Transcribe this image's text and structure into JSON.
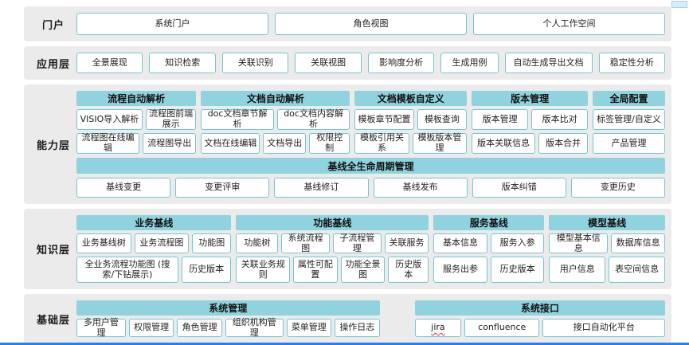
{
  "colors": {
    "teal_header": "#90d3de",
    "band_background": "#ebebeb",
    "box_border": "#79c3d1",
    "bottom_line_blue": "#2b7de9"
  },
  "portal": {
    "label": "门户",
    "items": [
      "系统门户",
      "角色视图",
      "个人工作空间"
    ]
  },
  "application": {
    "label": "应用层",
    "items": [
      "全景展现",
      "知识检索",
      "关联识别",
      "关联视图",
      "影响度分析",
      "生成用例",
      "自动生成导出文档",
      "稳定性分析"
    ]
  },
  "capability": {
    "label": "能力层",
    "groups": [
      {
        "header": "流程自动解析",
        "rows": [
          [
            "VISIO导入解析",
            "流程图前端展示"
          ],
          [
            "流程图在线编辑",
            "流程图导出"
          ]
        ]
      },
      {
        "header": "文档自动解析",
        "rows": [
          [
            "doc文档章节解析",
            "doc文档内容解析"
          ],
          [
            "文档在线编辑",
            "文档导出",
            "权限控制"
          ]
        ]
      },
      {
        "header": "文档模板自定义",
        "rows": [
          [
            "模板章节配置",
            "模板查询"
          ],
          [
            "模板引用关系",
            "模板版本管理"
          ]
        ]
      },
      {
        "header": "版本管理",
        "rows": [
          [
            "版本管理",
            "版本比对"
          ],
          [
            "版本关联信息",
            "版本合并"
          ]
        ]
      },
      {
        "header": "全局配置",
        "rows": [
          [
            "标签管理/自定义"
          ],
          [
            "产品管理"
          ]
        ]
      }
    ],
    "baseline": {
      "header": "基线全生命周期管理",
      "items": [
        "基线变更",
        "变更评审",
        "基线修订",
        "基线发布",
        "版本纠错",
        "变更历史"
      ]
    }
  },
  "knowledge": {
    "label": "知识层",
    "groups": [
      {
        "header": "业务基线",
        "rows": [
          [
            "业务基线树",
            "业务流程图",
            "功能图"
          ],
          [
            "全业务流程功能图 (搜索/下钻展示)",
            "历史版本"
          ]
        ]
      },
      {
        "header": "功能基线",
        "rows": [
          [
            "功能树",
            "系统流程图",
            "子流程管理",
            "关联服务"
          ],
          [
            "关联业务规则",
            "属性可配置",
            "功能全景图",
            "历史版本"
          ]
        ]
      },
      {
        "header": "服务基线",
        "rows": [
          [
            "基本信息",
            "服务入参"
          ],
          [
            "服务出参",
            "历史版本"
          ]
        ]
      },
      {
        "header": "模型基线",
        "rows": [
          [
            "模型基本信息",
            "数据库信息"
          ],
          [
            "用户信息",
            "表空间信息"
          ]
        ]
      }
    ]
  },
  "foundation": {
    "label": "基础层",
    "groups": [
      {
        "header": "系统管理",
        "items": [
          "多用户管理",
          "权限管理",
          "角色管理",
          "组织机构管理",
          "菜单管理",
          "操作日志"
        ]
      },
      {
        "header": "系统接口",
        "items": [
          "jira",
          "confluence",
          "接口自动化平台"
        ]
      }
    ]
  }
}
